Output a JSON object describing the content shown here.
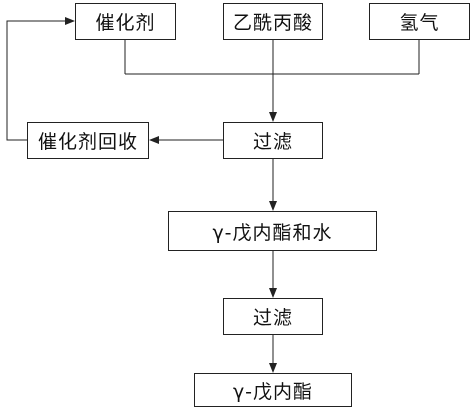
{
  "nodes": {
    "catalyst": "催化剂",
    "levulinic_acid": "乙酰丙酸",
    "hydrogen": "氢气",
    "catalyst_recovery": "催化剂回收",
    "filtration_1": "过滤",
    "mixture": "γ-戊内酯和水",
    "filtration_2": "过滤",
    "product": "γ-戊内酯"
  },
  "edges": [
    {
      "from": "catalyst",
      "to": "filtration_1"
    },
    {
      "from": "levulinic_acid",
      "to": "filtration_1"
    },
    {
      "from": "hydrogen",
      "to": "filtration_1"
    },
    {
      "from": "filtration_1",
      "to": "catalyst_recovery"
    },
    {
      "from": "catalyst_recovery",
      "to": "catalyst"
    },
    {
      "from": "filtration_1",
      "to": "mixture"
    },
    {
      "from": "mixture",
      "to": "filtration_2"
    },
    {
      "from": "filtration_2",
      "to": "product"
    }
  ]
}
